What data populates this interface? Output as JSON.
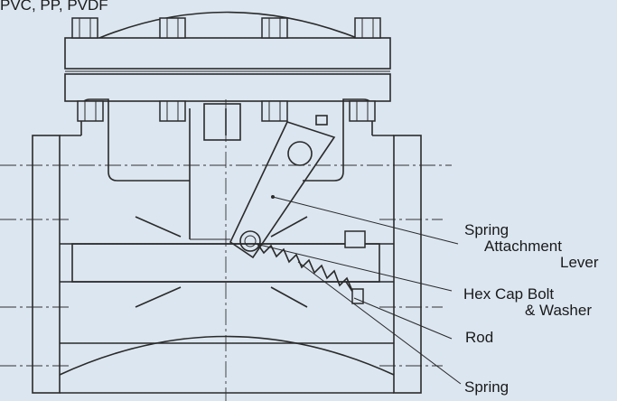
{
  "materials": "PVC, PP, PVDF",
  "callouts": {
    "spring_attachment_lever": [
      "Spring",
      "Attachment",
      "Lever"
    ],
    "hex_cap_bolt": [
      "Hex Cap Bolt",
      "& Washer"
    ],
    "rod": "Rod",
    "spring": "Spring"
  },
  "colors": {
    "background": "#dce6f0",
    "line": "#2a2a2a",
    "text": "#1a1a1a"
  }
}
